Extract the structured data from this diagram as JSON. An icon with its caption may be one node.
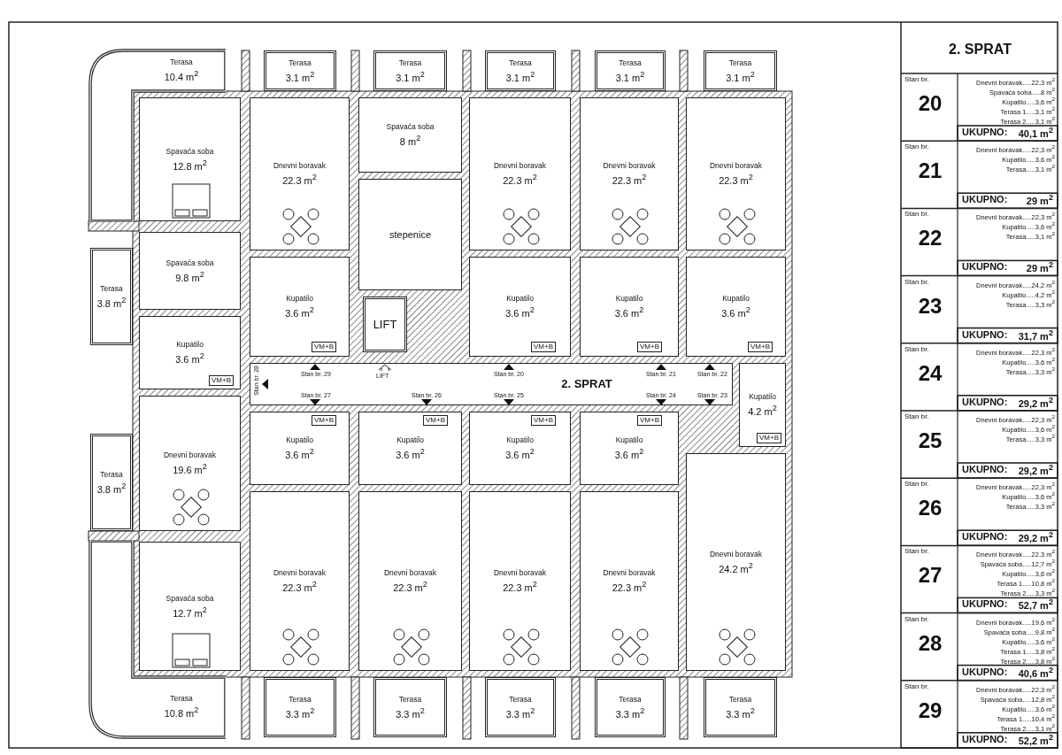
{
  "diagram": {
    "nodes": [
      {
        "text": [
          "Terasa",
          "10.4 m$^{2}$"
        ]
      },
      {
        "text": [
          "Terasa",
          "3.1 m$^{2}$"
        ]
      },
      {
        "text": [
          "Terasa",
          "3.1 m$^{2}$"
        ]
      },
      {
        "text": [
          "Terasa",
          "3.1 m$^{2}$"
        ]
      },
      {
        "text": [
          "Terasa",
          "3.1 m$^{2}$"
        ]
      },
      {
        "text": [
          "Terasa",
          "3.1 m$^{2}$"
        ]
      },
      {
        "text": [
          "Spavaća soba",
          "12.8 m$^{2}$"
        ]
      },
      {
        "text": [
          "Dnevni boravak",
          "22.3 m$^{2}$"
        ]
      },
      {
        "text": [
          "Spavaća soba",
          "8 m$^{2}$"
        ]
      },
      {
        "text": [
          "Dnevni boravak",
          "22.3 m$^{2}$"
        ]
      },
      {
        "text": [
          "Dnevni boravak",
          "22.3 m$^{2}$"
        ]
      },
      {
        "text": [
          "Dnevni boravak",
          "22.3 m$^{2}$"
        ]
      },
      {
        "text": [
          "stepenice"
        ]
      },
      {
        "text": [
          "Terasa",
          "3.8 m$^{2}$"
        ]
      },
      {
        "text": [
          "Spavaća soba",
          "9.8 m$^{2}$"
        ]
      },
      {
        "text": [
          "Kupatilo",
          "3.6 m$^{2}$"
        ]
      },
      {
        "text": [
          "LIFT"
        ]
      },
      {
        "text": [
          "Kupatilo",
          "3.6 m$^{2}$"
        ]
      },
      {
        "text": [
          "Kupatilo",
          "3.6 m$^{2}$"
        ]
      },
      {
        "text": [
          "Kupatilo",
          "3.6 m$^{2}$"
        ]
      },
      {
        "text": [
          "Kupatilo",
          "3.6 m$^{2}$"
        ]
      },
      {
        "text": [
          "2. SPRAT"
        ]
      },
      {
        "text": [
          "Kupatilo",
          "4.2 m$^{2}$"
        ]
      },
      {
        "text": [
          "Terasa",
          "3.8 m$^{2}$"
        ]
      },
      {
        "text": [
          "Dnevni boravak",
          "19.6 m$^{2}$"
        ]
      },
      {
        "text": [
          "Kupatilo",
          "3.6 m$^{2}$"
        ]
      },
      {
        "text": [
          "Kupatilo",
          "3.6 m$^{2}$"
        ]
      },
      {
        "text": [
          "Kupatilo",
          "3.6 m$^{2}$"
        ]
      },
      {
        "text": [
          "Kupatilo",
          "3.6 m$^{2}$"
        ]
      },
      {
        "text": [
          "Dnevni boravak",
          "22.3 m$^{2}$"
        ]
      },
      {
        "text": [
          "Dnevni boravak",
          "22.3 m$^{2}$"
        ]
      },
      {
        "text": [
          "Dnevni boravak",
          "22.3 m$^{2}$"
        ]
      },
      {
        "text": [
          "Dnevni boravak",
          "22.3 m$^{2}$"
        ]
      },
      {
        "text": [
          "Dnevni boravak",
          "24.2 m$^{2}$"
        ]
      },
      {
        "text": [
          "Spavaća soba",
          "12.7 m$^{2}$"
        ]
      },
      {
        "text": [
          "Terasa",
          "10.8 m$^{2}$"
        ]
      },
      {
        "text": [
          "Terasa",
          "3.3 m$^{2}$"
        ]
      },
      {
        "text": [
          "Terasa",
          "3.3 m$^{2}$"
        ]
      },
      {
        "text": [
          "Terasa",
          "3.3 m$^{2}$"
        ]
      },
      {
        "text": [
          "Terasa",
          "3.3 m$^{2}$"
        ]
      },
      {
        "text": [
          "Terasa",
          "3.3 m$^{2}$"
        ]
      }
    ],
    "labels": [
      "VM+B",
      "VM+B",
      "VM+B",
      "VM+B",
      "Stan br. 29",
      "Stan br. 20",
      "Stan br. 21",
      "Stan br. 22",
      "LIFT",
      "VM+B",
      "Stan br. 28",
      "Stan br. 27",
      "Stan br. 26",
      "Stan br. 25",
      "Stan br. 24",
      "Stan br. 23",
      "VM+B",
      "VM+B",
      "VM+B",
      "VM+B",
      "VM+B",
      "2. SPRAT",
      "Stan br.",
      "20",
      "Dnevni boravak.....22,3 m$^{2}$",
      "Spavaća soba.....8 m$^{2}$",
      "Kupatilo.....3,6 m$^{2}$",
      "Terasa 1.....3,1 m$^{2}$",
      "Terasa 2.....3,1 m$^{2}$",
      "UKUPNO:",
      "40,1 m$^{2}$",
      "Stan br.",
      "21",
      "Dnevni boravak.....22,3 m$^{2}$",
      "Kupatilo.....3,6 m$^{2}$",
      "Terasa.....3,1 m$^{2}$",
      "UKUPNO:",
      "29 m$^{2}$",
      "Stan br.",
      "22",
      "Dnevni boravak.....22,3 m$^{2}$",
      "Kupatilo.....3,6 m$^{2}$",
      "Terasa.....3,1 m$^{2}$",
      "UKUPNO:",
      "29 m$^{2}$",
      "Stan br.",
      "23",
      "Dnevni boravak.....24,2 m$^{2}$",
      "Kupatilo.....4,2 m$^{2}$",
      "Terasa.....3,3 m$^{2}$",
      "UKUPNO:",
      "31,7 m$^{2}$",
      "Stan br.",
      "24",
      "Dnevni boravak.....22,3 m$^{2}$",
      "Kupatilo.....3,6 m$^{2}$",
      "Terasa.....3,3 m$^{2}$",
      "UKUPNO:",
      "29,2 m$^{2}$",
      "Stan br.",
      "25",
      "Dnevni boravak.....22,3 m$^{2}$",
      "Kupatilo.....3,6 m$^{2}$",
      "Terasa.....3,3 m$^{2}$",
      "UKUPNO:",
      "29,2 m$^{2}$",
      "Stan br.",
      "26",
      "Dnevni boravak.....22,3 m$^{2}$",
      "Kupatilo.....3,6 m$^{2}$",
      "Terasa.....3,3 m$^{2}$",
      "UKUPNO:",
      "29,2 m$^{2}$",
      "Stan br.",
      "27",
      "Dnevni boravak.....22,3 m$^{2}$",
      "Spavaća soba.....12,7 m$^{2}$",
      "Kupatilo.....3,6 m$^{2}$",
      "Terasa 1.....10,8 m$^{2}$",
      "Terasa 2.....3,3 m$^{2}$",
      "UKUPNO:",
      "52,7 m$^{2}$",
      "Stan br.",
      "28",
      "Dnevni boravak.....19,6 m$^{2}$",
      "Spavaća soba.....9,8 m$^{2}$",
      "Kupatilo.....3,6 m$^{2}$",
      "Terasa 1.....3,8 m$^{2}$",
      "Terasa 2.....3,8 m$^{2}$",
      "UKUPNO:",
      "40,6 m$^{2}$",
      "Stan br.",
      "29",
      "Dnevni boravak.....22,3 m$^{2}$",
      "Spavaća soba.....12,8 m$^{2}$",
      "Kupatilo.....3,6 m$^{2}$",
      "Terasa 1.....10,4 m$^{2}$",
      "Terasa 2.....3,1 m$^{2}$",
      "UKUPNO:",
      "52,2 m$^{2}$"
    ]
  }
}
